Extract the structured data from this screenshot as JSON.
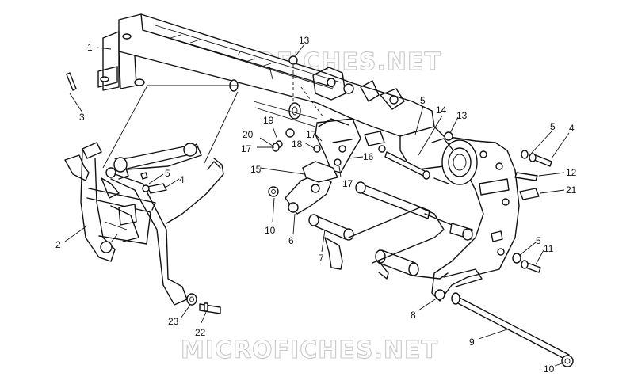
{
  "watermarks": [
    "MICROFICHES.NET",
    "MICROFICHES.NET"
  ],
  "callouts": {
    "c1": "1",
    "c2": "2",
    "c3": "3",
    "c4a": "4",
    "c4b": "4",
    "c5a": "5",
    "c5b": "5",
    "c5c": "5",
    "c5d": "5",
    "c6": "6",
    "c7": "7",
    "c8": "8",
    "c9": "9",
    "c10a": "10",
    "c10b": "10",
    "c11": "11",
    "c12": "12",
    "c13a": "13",
    "c13b": "13",
    "c14": "14",
    "c15": "15",
    "c16": "16",
    "c17a": "17",
    "c17b": "17",
    "c17c": "17",
    "c18": "18",
    "c19": "19",
    "c20": "20",
    "c21": "21",
    "c22": "22",
    "c23": "23"
  }
}
